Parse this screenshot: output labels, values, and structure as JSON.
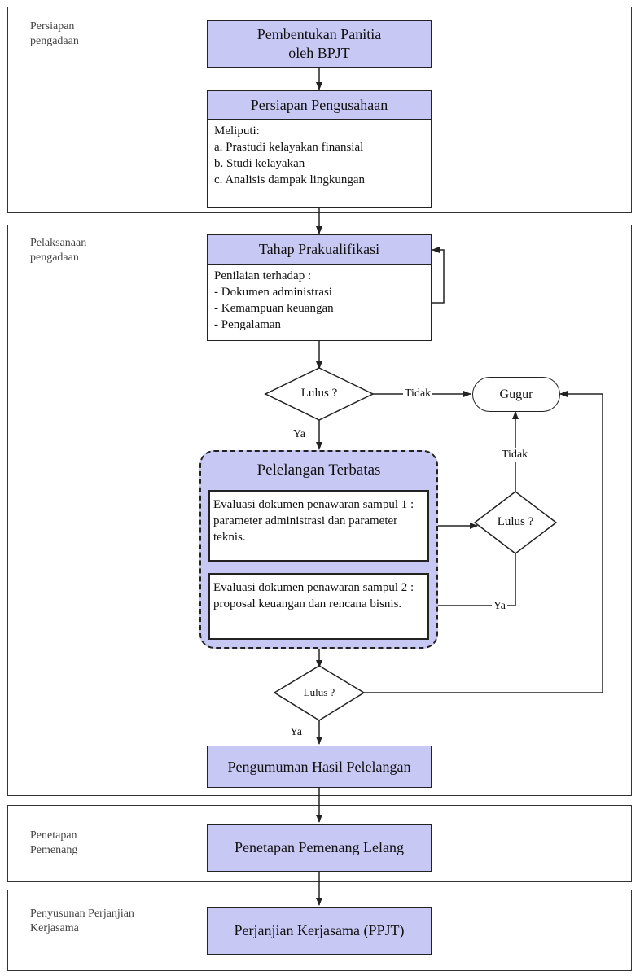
{
  "sections": {
    "persiapan": "Persiapan\npengadaan",
    "pelaksanaan": "Pelaksanaan\npengadaan",
    "penetapan": "Penetapan\nPemenang",
    "penyusunan": "Penyusunan Perjanjian\nKerjasama"
  },
  "nodes": {
    "panitia": "Pembentukan Panitia\noleh BPJT",
    "persiapan_pengusahaan": {
      "title": "Persiapan Pengusahaan",
      "items": [
        "Meliputi:",
        "a. Prastudi kelayakan finansial",
        "b. Studi kelayakan",
        "c. Analisis dampak lingkungan"
      ]
    },
    "prakualifikasi": {
      "title": "Tahap Prakualifikasi",
      "items": [
        "Penilaian terhadap :",
        "- Dokumen administrasi",
        "- Kemampuan keuangan",
        "- Pengalaman"
      ]
    },
    "pelelangan": {
      "title": "Pelelangan Terbatas",
      "eval1": "Evaluasi dokumen penawaran sampul 1 : parameter administrasi dan parameter teknis.",
      "eval2": "Evaluasi dokumen penawaran sampul 2 : proposal keuangan dan rencana bisnis."
    },
    "gugur": "Gugur",
    "decision": "Lulus ?",
    "pengumuman": "Pengumuman Hasil Pelelangan",
    "penetapan": "Penetapan Pemenang Lelang",
    "perjanjian": "Perjanjian Kerjasama (PPJT)"
  },
  "edges": {
    "yes": "Ya",
    "no": "Tidak"
  }
}
